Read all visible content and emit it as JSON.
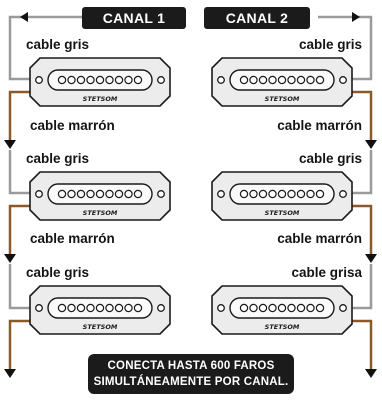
{
  "channels": {
    "left": "CANAL 1",
    "right": "CANAL 2"
  },
  "brand": "STETSOM",
  "rows": [
    {
      "left_top": "cable gris",
      "right_top": "cable gris",
      "left_bottom": "cable marrón",
      "right_bottom": "cable marrón"
    },
    {
      "left_top": "cable gris",
      "right_top": "cable gris",
      "left_bottom": "cable marrón",
      "right_bottom": "cable marrón"
    },
    {
      "left_top": "cable gris",
      "right_top": "cable grisa"
    }
  ],
  "note": {
    "line1": "CONECTA HASTA 600 FAROS",
    "line2": "SIMULTÁNEAMENTE POR CANAL."
  },
  "colors": {
    "gray_cable": "#9a9a9a",
    "brown_cable": "#8b5a2b",
    "badge": "#1b1b1b"
  }
}
